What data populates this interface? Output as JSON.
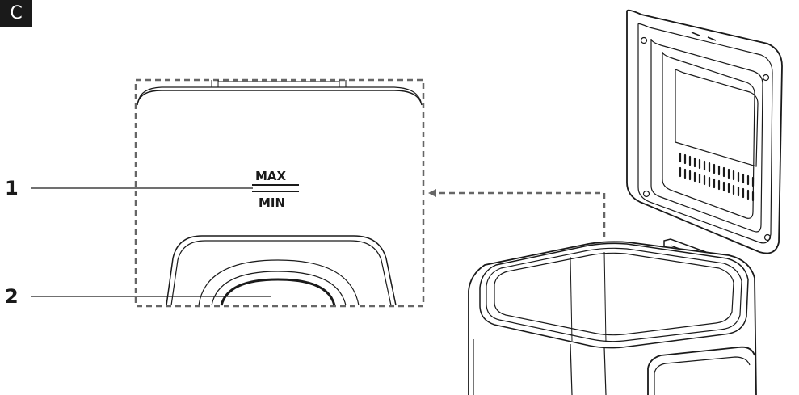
{
  "section": {
    "label": "C"
  },
  "callouts": [
    {
      "number": "1"
    },
    {
      "number": "2"
    }
  ],
  "fill_marks": {
    "max_label": "MAX",
    "min_label": "MIN"
  },
  "colors": {
    "ink": "#1a1a1a",
    "dashed": "#666666",
    "badge_bg": "#1a1a1a",
    "badge_text": "#ffffff"
  }
}
